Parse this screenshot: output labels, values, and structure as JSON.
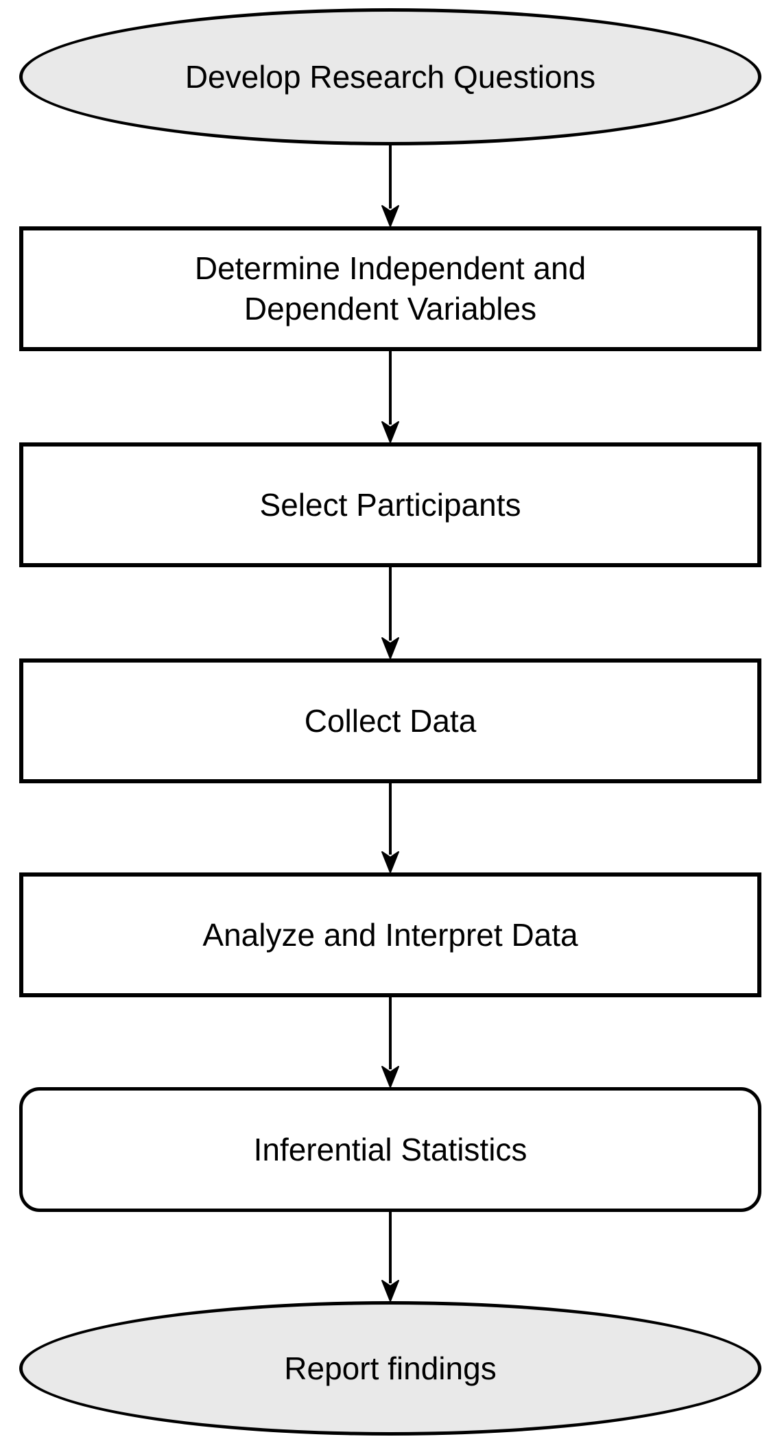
{
  "diagram": {
    "type": "flowchart",
    "direction": "top-down",
    "background": "#ffffff",
    "colors": {
      "stroke": "#000000",
      "terminator_fill": "#e9e9e9",
      "process_fill": "#ffffff",
      "text": "#000000"
    },
    "nodes": [
      {
        "id": "develop-research-questions",
        "shape": "ellipse",
        "label": "Develop Research Questions"
      },
      {
        "id": "determine-variables",
        "shape": "rectangle",
        "label": "Determine Independent and Dependent Variables"
      },
      {
        "id": "select-participants",
        "shape": "rectangle",
        "label": "Select Participants"
      },
      {
        "id": "collect-data",
        "shape": "rectangle",
        "label": "Collect Data"
      },
      {
        "id": "analyze-interpret-data",
        "shape": "rectangle",
        "label": "Analyze and Interpret Data"
      },
      {
        "id": "inferential-statistics",
        "shape": "rounded-rectangle",
        "label": "Inferential Statistics"
      },
      {
        "id": "report-findings",
        "shape": "ellipse",
        "label": "Report findings"
      }
    ],
    "edges": [
      {
        "from": "develop-research-questions",
        "to": "determine-variables"
      },
      {
        "from": "determine-variables",
        "to": "select-participants"
      },
      {
        "from": "select-participants",
        "to": "collect-data"
      },
      {
        "from": "collect-data",
        "to": "analyze-interpret-data"
      },
      {
        "from": "analyze-interpret-data",
        "to": "inferential-statistics"
      },
      {
        "from": "inferential-statistics",
        "to": "report-findings"
      }
    ]
  }
}
